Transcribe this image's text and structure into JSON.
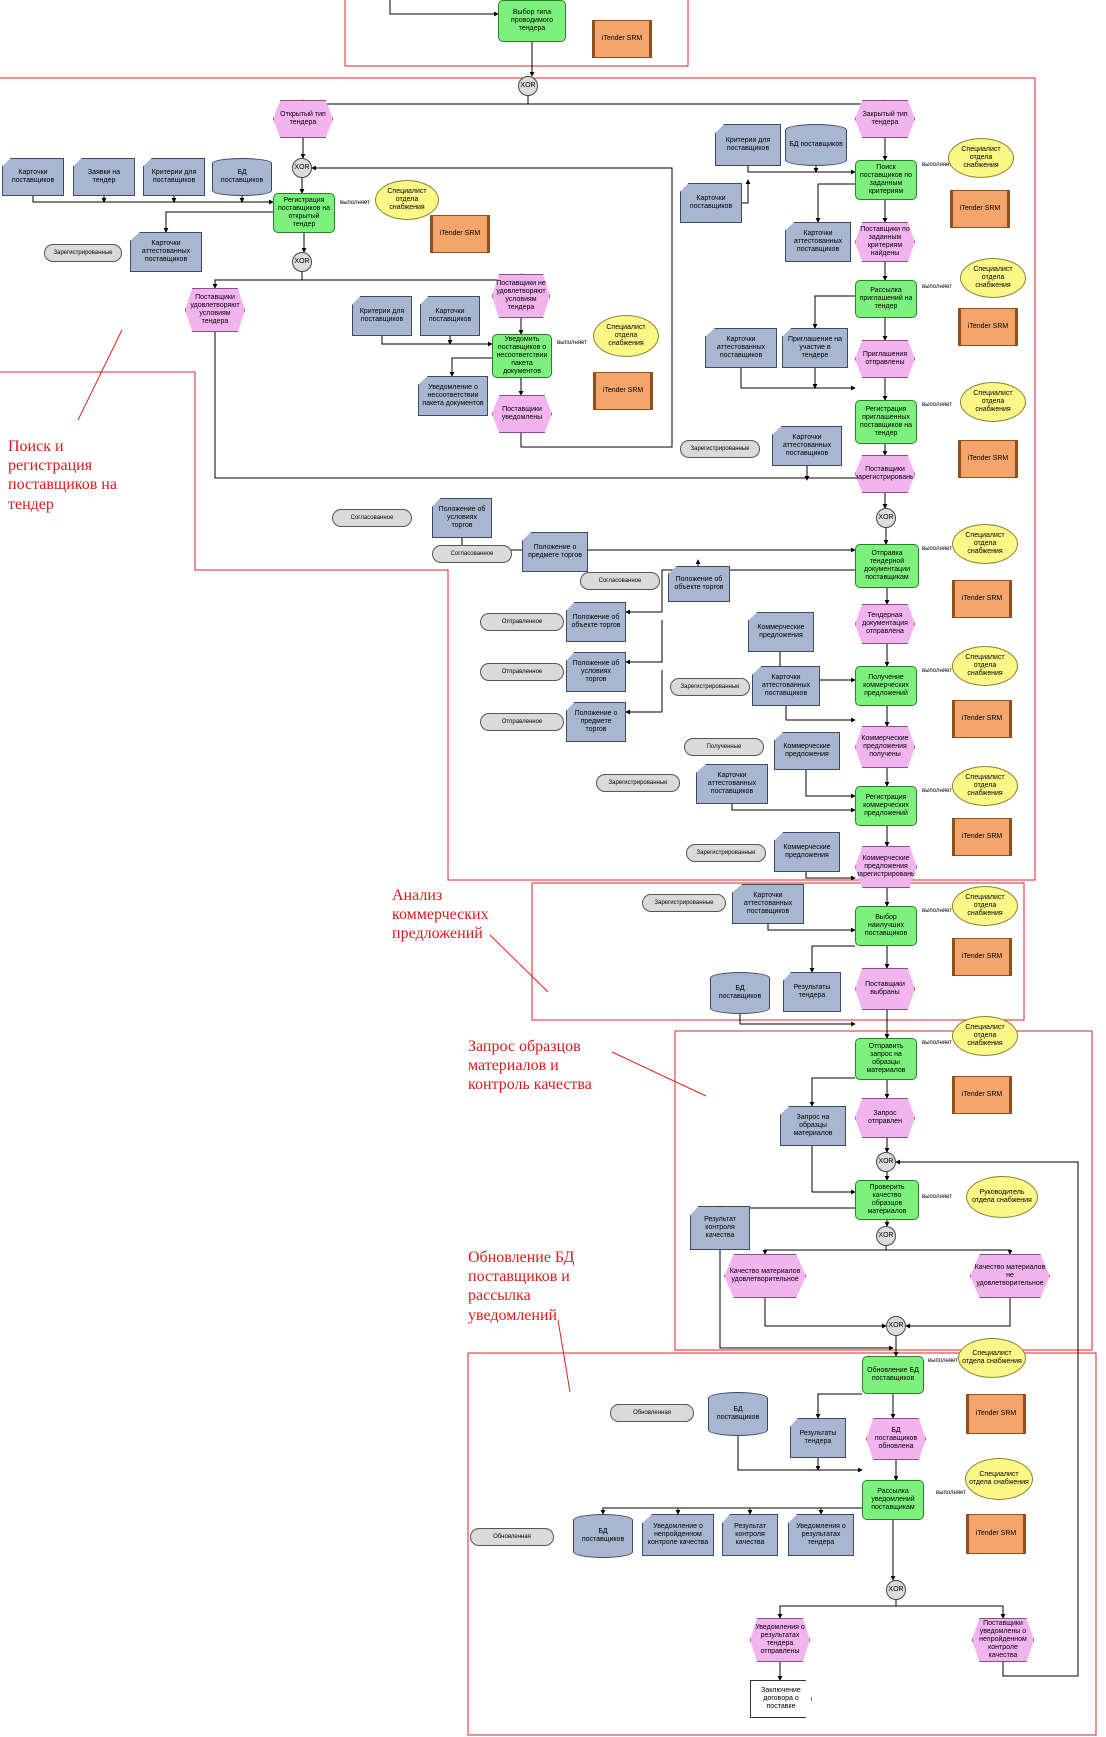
{
  "labels": {
    "xor": "XOR",
    "executes": "выполняет",
    "specialist": "Специалист отдела снабжения",
    "head": "Руководитель отдела снабжения",
    "itender": "iTender SRM"
  },
  "sections": [
    {
      "title": "Поиск и\nрегистрация\nпоставщиков на\nтендер"
    },
    {
      "title": "Анализ\nкоммерческих\nпредложений"
    },
    {
      "title": "Запрос образцов\nматериалов и\nконтроль качества"
    },
    {
      "title": "Обновление БД\nпоставщиков и\nрассылка\nуведомлений"
    }
  ],
  "functions": [
    "Выбор типа проводимого тендера",
    "Регистрация поставщиков на открытый тендер",
    "Уведомить поставщиков о несоответствии пакета документов",
    "Поиск поставщиков по заданным критериям",
    "Рассылка приглашений на тендер",
    "Регистрация приглашенных поставщиков на тендер",
    "Отправка тендерной документации поставщикам",
    "Получение коммерческих предложений",
    "Регистрация коммерческих предложений",
    "Выбор наилучших поставщиков",
    "Отправить запрос на образцы материалов",
    "Проверить качество образцов материалов",
    "Обновление БД поставщиков",
    "Рассылка уведомлений поставщикам"
  ],
  "events": [
    "Открытый тип тендера",
    "Закрытый тип тендера",
    "Поставщики удовлетворяют условиям тендера",
    "Поставщики не удовлетворяют условиям тендера",
    "Поставщики уведомлены",
    "Поставщики по заданным критериям найдены",
    "Приглашения отправлены",
    "Поставщики зарегистрированы",
    "Тендерная документация отправлена",
    "Коммерческие предложения получены",
    "Коммерческие предложения зарегистрированы",
    "Поставщики выбраны",
    "Запрос отправлен",
    "Качество материалов удовлетворительное",
    "Качество материалов не удовлетворительное",
    "БД поставщиков обновлена",
    "Уведомления о результатах тендера отправлены",
    "Поставщики уведомлены о непройденном контроле качества"
  ],
  "documents": [
    "Карточки поставщиков",
    "Заявки на тендер",
    "Критерии для поставщиков",
    "БД поставщиков",
    "Карточки аттестованных поставщиков",
    "Критерии для поставщиков",
    "Карточки поставщиков",
    "Уведомление о несоответствии пакета документов",
    "Критерии для поставщиков",
    "БД поставщиков",
    "Карточки поставщиков",
    "Карточки аттестованных поставщиков",
    "Карточки аттестованных поставщиков",
    "Приглашение на участие в тендере",
    "Карточки аттестованных поставщиков",
    "Положение об условиях торгов",
    "Положение о предмете торгов",
    "Положение об объекте торгов",
    "Положение об объекте торгов",
    "Положение об условиях торгов",
    "Положение о предмете торгов",
    "Коммерческие предложения",
    "Карточки аттестованных поставщиков",
    "Коммерческие предложения",
    "Карточки аттестованных поставщиков",
    "Коммерческие предложения",
    "Карточки аттестованных поставщиков",
    "БД поставщиков",
    "Результаты тендера",
    "Запрос на образцы материалов",
    "Результат контроля качества",
    "БД поставщиков",
    "Результаты тендера",
    "БД поставщиков",
    "Уведомление о непройденном контроле качества",
    "Результат контроля качества",
    "Уведомления о результатах тендера"
  ],
  "statuses": {
    "registered": "Зарегистрированные",
    "agreed": "Согласованное",
    "sent": "Отправленное",
    "received": "Полученные",
    "updated": "Обновленная"
  },
  "final_step": "Заключение договора о поставке"
}
